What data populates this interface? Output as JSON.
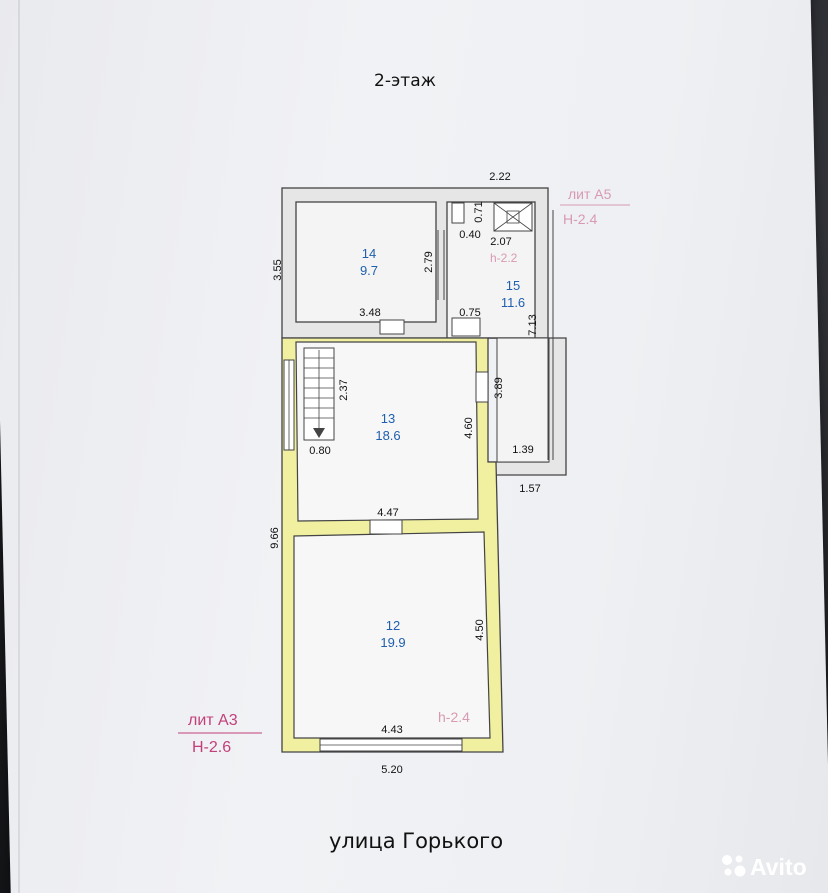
{
  "floor_title": "2-этаж",
  "street_label": "улица Горького",
  "watermark": "Avito",
  "colors": {
    "wall_fill": "#f0f0a0",
    "wall_stroke": "#444444",
    "room_number": "#1f5fae",
    "lit_label": "#c2407a"
  },
  "rooms": [
    {
      "number": "14",
      "area": "9.7"
    },
    {
      "number": "15",
      "area": "11.6"
    },
    {
      "number": "13",
      "area": "18.6"
    },
    {
      "number": "12",
      "area": "19.9"
    }
  ],
  "dimensions": {
    "top_a5": "2.22",
    "r14_height": "3.55",
    "r14_inner": "2.79",
    "r14_width": "3.48",
    "shaft_w": "0.40",
    "shaft_h": "0.71",
    "r15_top": "2.07",
    "r15_door": "0.75",
    "r15_len": "7.13",
    "r13_stair": "2.37",
    "r13_door_side": "3.89",
    "r13_height": "4.60",
    "r13_stair_w": "0.80",
    "r15_bottom": "1.39",
    "a5_bottom": "1.57",
    "r13_width": "4.47",
    "left_total": "9.66",
    "r12_height": "4.50",
    "r12_width": "4.43",
    "total_width": "5.20"
  },
  "labels": {
    "lit_a5": "лит А5",
    "h_a5": "H-2.4",
    "h_r15": "h-2.2",
    "lit_a3": "лит А3",
    "h_a3": "H-2.6",
    "h_r12": "h-2.4"
  }
}
